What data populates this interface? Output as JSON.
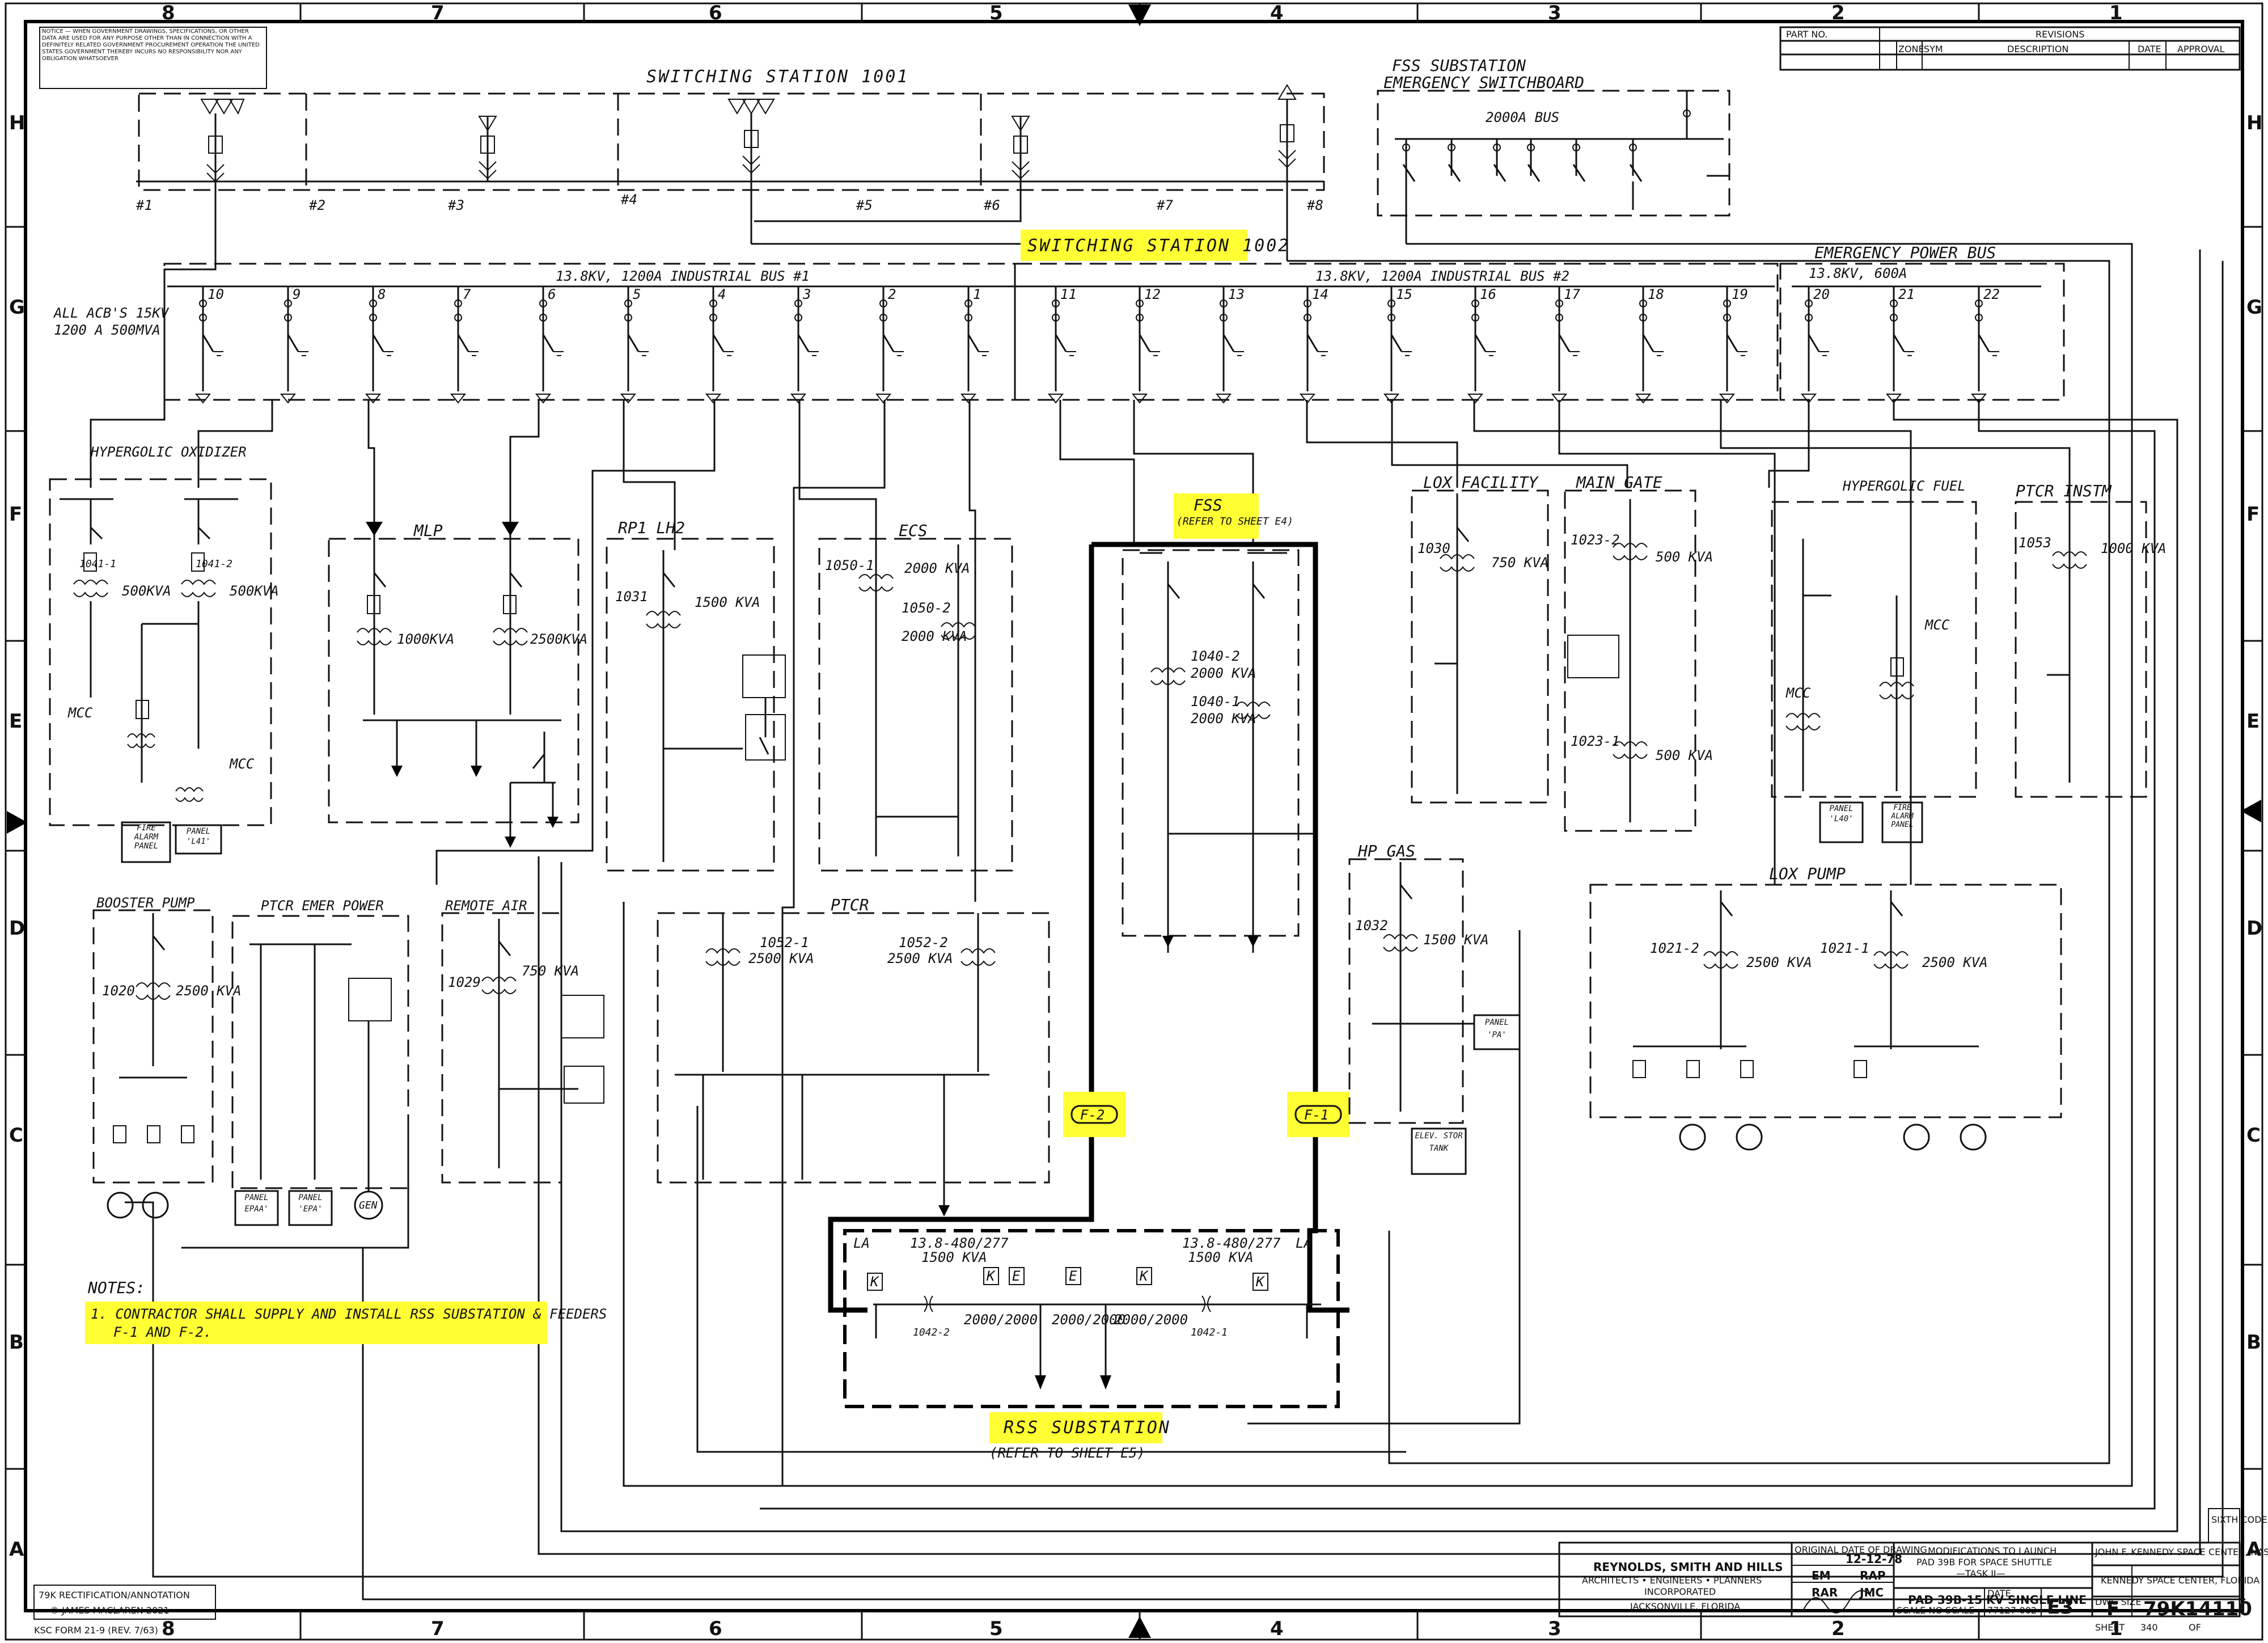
{
  "notice_block": "NOTICE — WHEN GOVERNMENT DRAWINGS, SPECIFICATIONS, OR OTHER DATA ARE USED FOR ANY PURPOSE OTHER THAN IN CONNECTION WITH A DEFINITELY RELATED GOVERNMENT PROCUREMENT OPERATION THE UNITED STATES GOVERNMENT THEREBY INCURS NO RESPONSIBILITY NOR ANY OBLIGATION WHATSOEVER",
  "grid_columns": [
    "8",
    "7",
    "6",
    "5",
    "4",
    "3",
    "2",
    "1"
  ],
  "grid_rows": [
    "H",
    "G",
    "F",
    "E",
    "D",
    "C",
    "B",
    "A"
  ],
  "stations": {
    "ss1001": "SWITCHING STATION 1001",
    "ss1002": "SWITCHING STATION 1002",
    "feeders": [
      "#1",
      "#2",
      "#3",
      "#4",
      "#5",
      "#6",
      "#7",
      "#8"
    ]
  },
  "fss_sub": {
    "title1": "FSS SUBSTATION",
    "title2": "EMERGENCY SWITCHBOARD",
    "bus": "2000A BUS"
  },
  "buses": {
    "acb_note_1": "ALL ACB'S 15KV",
    "acb_note_2": "1200 A 500MVA",
    "bus1": "13.8KV, 1200A INDUSTRIAL BUS #1",
    "bus2": "13.8KV, 1200A INDUSTRIAL BUS #2",
    "emergency": "EMERGENCY POWER BUS",
    "emergency_rating": "13.8KV, 600A",
    "bus1_breakers": [
      "10",
      "9",
      "8",
      "7",
      "6",
      "5",
      "4",
      "3",
      "2",
      "1"
    ],
    "bus2_breakers": [
      "11",
      "12",
      "13",
      "14",
      "15",
      "16",
      "17",
      "18",
      "19"
    ],
    "emergency_breakers": [
      "20",
      "21",
      "22"
    ]
  },
  "hypergolic_oxidizer": {
    "title": "HYPERGOLIC OXIDIZER",
    "t1": "1041-1",
    "t2": "1041-2",
    "kva1": "500KVA",
    "kva2": "500KVA",
    "mcc1": "MCC",
    "mcc2": "MCC",
    "panel1": "FIRE ALARM PANEL",
    "panel2": "PANEL 'L41'"
  },
  "mlp": {
    "title": "MLP",
    "kva1": "1000KVA",
    "kva2": "2500KVA"
  },
  "rp1": {
    "title": "RP1  LH2",
    "tag": "1031",
    "kva": "1500 KVA"
  },
  "ecs": {
    "title": "ECS",
    "t1": "1050-1",
    "kva1": "2000 KVA",
    "t2": "1050-2",
    "kva2": "2000 KVA"
  },
  "fss": {
    "title": "FSS",
    "ref": "(REFER TO SHEET E4)",
    "t1": "1040-2",
    "kva1": "2000 KVA",
    "t2": "1040-1",
    "kva2": "2000 KVA"
  },
  "lox_facility": {
    "title": "LOX FACILITY",
    "tag": "1030",
    "kva": "750 KVA"
  },
  "main_gate": {
    "title": "MAIN GATE",
    "t1": "1023-2",
    "kva1": "500 KVA",
    "t2": "1023-1",
    "kva2": "500 KVA"
  },
  "hypergolic_fuel": {
    "title": "HYPERGOLIC FUEL",
    "mcc1": "MCC",
    "mcc2": "MCC",
    "panel1": "PANEL 'L40'",
    "panel2": "FIRE ALARM PANEL"
  },
  "ptcr_instm": {
    "title": "PTCR INSTM",
    "tag": "1053",
    "kva": "1000 KVA"
  },
  "booster_pump": {
    "title": "BOOSTER PUMP",
    "tag": "1020",
    "kva": "2500 KVA"
  },
  "ptcr_emer": {
    "title": "PTCR EMER POWER",
    "panel1": "PANEL EPAA'",
    "panel2": "PANEL 'EPA'",
    "gen": "GEN"
  },
  "remote_air": {
    "title": "REMOTE AIR",
    "tag": "1029",
    "kva": "750 KVA"
  },
  "ptcr": {
    "title": "PTCR",
    "t1": "1052-1",
    "kva1": "2500 KVA",
    "t2": "1052-2",
    "kva2": "2500 KVA"
  },
  "hp_gas": {
    "title": "HP   GAS",
    "tag": "1032",
    "kva": "1500 KVA",
    "panel": "PANEL 'PA'",
    "tank": "ELEV. STOR TANK"
  },
  "lox_pump": {
    "title": "LOX PUMP",
    "t1": "1021-2",
    "kva1": "2500 KVA",
    "t2": "1021-1",
    "kva2": "2500 KVA"
  },
  "feeder_tags": {
    "f2": "F-2",
    "f1": "F-1"
  },
  "rss": {
    "la1": "LA",
    "la2": "LA",
    "xfmr1": "13.8-480/277",
    "xfmr1_kva": "1500 KVA",
    "xfmr2": "13.8-480/277",
    "xfmr2_kva": "1500 KVA",
    "t1": "1042-2",
    "t2": "1042-1",
    "breaker_rating": "2000/2000",
    "k": "K",
    "e": "E",
    "title": "RSS SUBSTATION",
    "ref": "(REFER TO SHEET E5)"
  },
  "notes": {
    "heading": "NOTES:",
    "line1": "1. CONTRACTOR SHALL SUPPLY AND INSTALL RSS SUBSTATION & FEEDERS",
    "line2": "F-1 AND F-2."
  },
  "rectification": {
    "line1": "79K RECTIFICATION/ANNOTATION",
    "line2": "© JAMES MACLAREN 2021"
  },
  "form_no": "KSC FORM 21-9 (REV. 7/63)",
  "revisions": {
    "part_no": "PART NO.",
    "title": "REVISIONS",
    "cols": [
      "ZONE",
      "SYM",
      "DESCRIPTION",
      "DATE",
      "APPROVAL"
    ]
  },
  "title_block": {
    "firm1": "REYNOLDS, SMITH AND HILLS",
    "firm2": "ARCHITECTS • ENGINEERS • PLANNERS",
    "firm3": "INCORPORATED",
    "firm4": "JACKSONVILLE, FLORIDA",
    "orig_date_label": "ORIGINAL DATE OF DRAWING",
    "orig_date": "12-12-78",
    "drawn_by": "EM",
    "checked_by": "RAP",
    "supervisor": "RAR",
    "engineer": "JMC",
    "project1": "MODIFICATIONS TO LAUNCH",
    "project2": "PAD 39B  FOR SPACE SHUTTLE",
    "project3": "—TASK II—",
    "agency1": "JOHN F. KENNEDY SPACE CENTER, NASA",
    "agency2": "KENNEDY SPACE CENTER, FLORIDA",
    "drawing_title": "PAD 39B-15 KV  SINGLE LINE",
    "sheet_code": "E3",
    "size_label": "DWG SIZE",
    "size": "F",
    "dwg_no": "79K14110",
    "scale": "SCALE  NO  SCALE",
    "job": "77127-002",
    "sheet_label": "SHEET",
    "sheet": "340",
    "of": "OF",
    "date_label": "DATE",
    "sixth_code": "SIXTH CODE"
  }
}
